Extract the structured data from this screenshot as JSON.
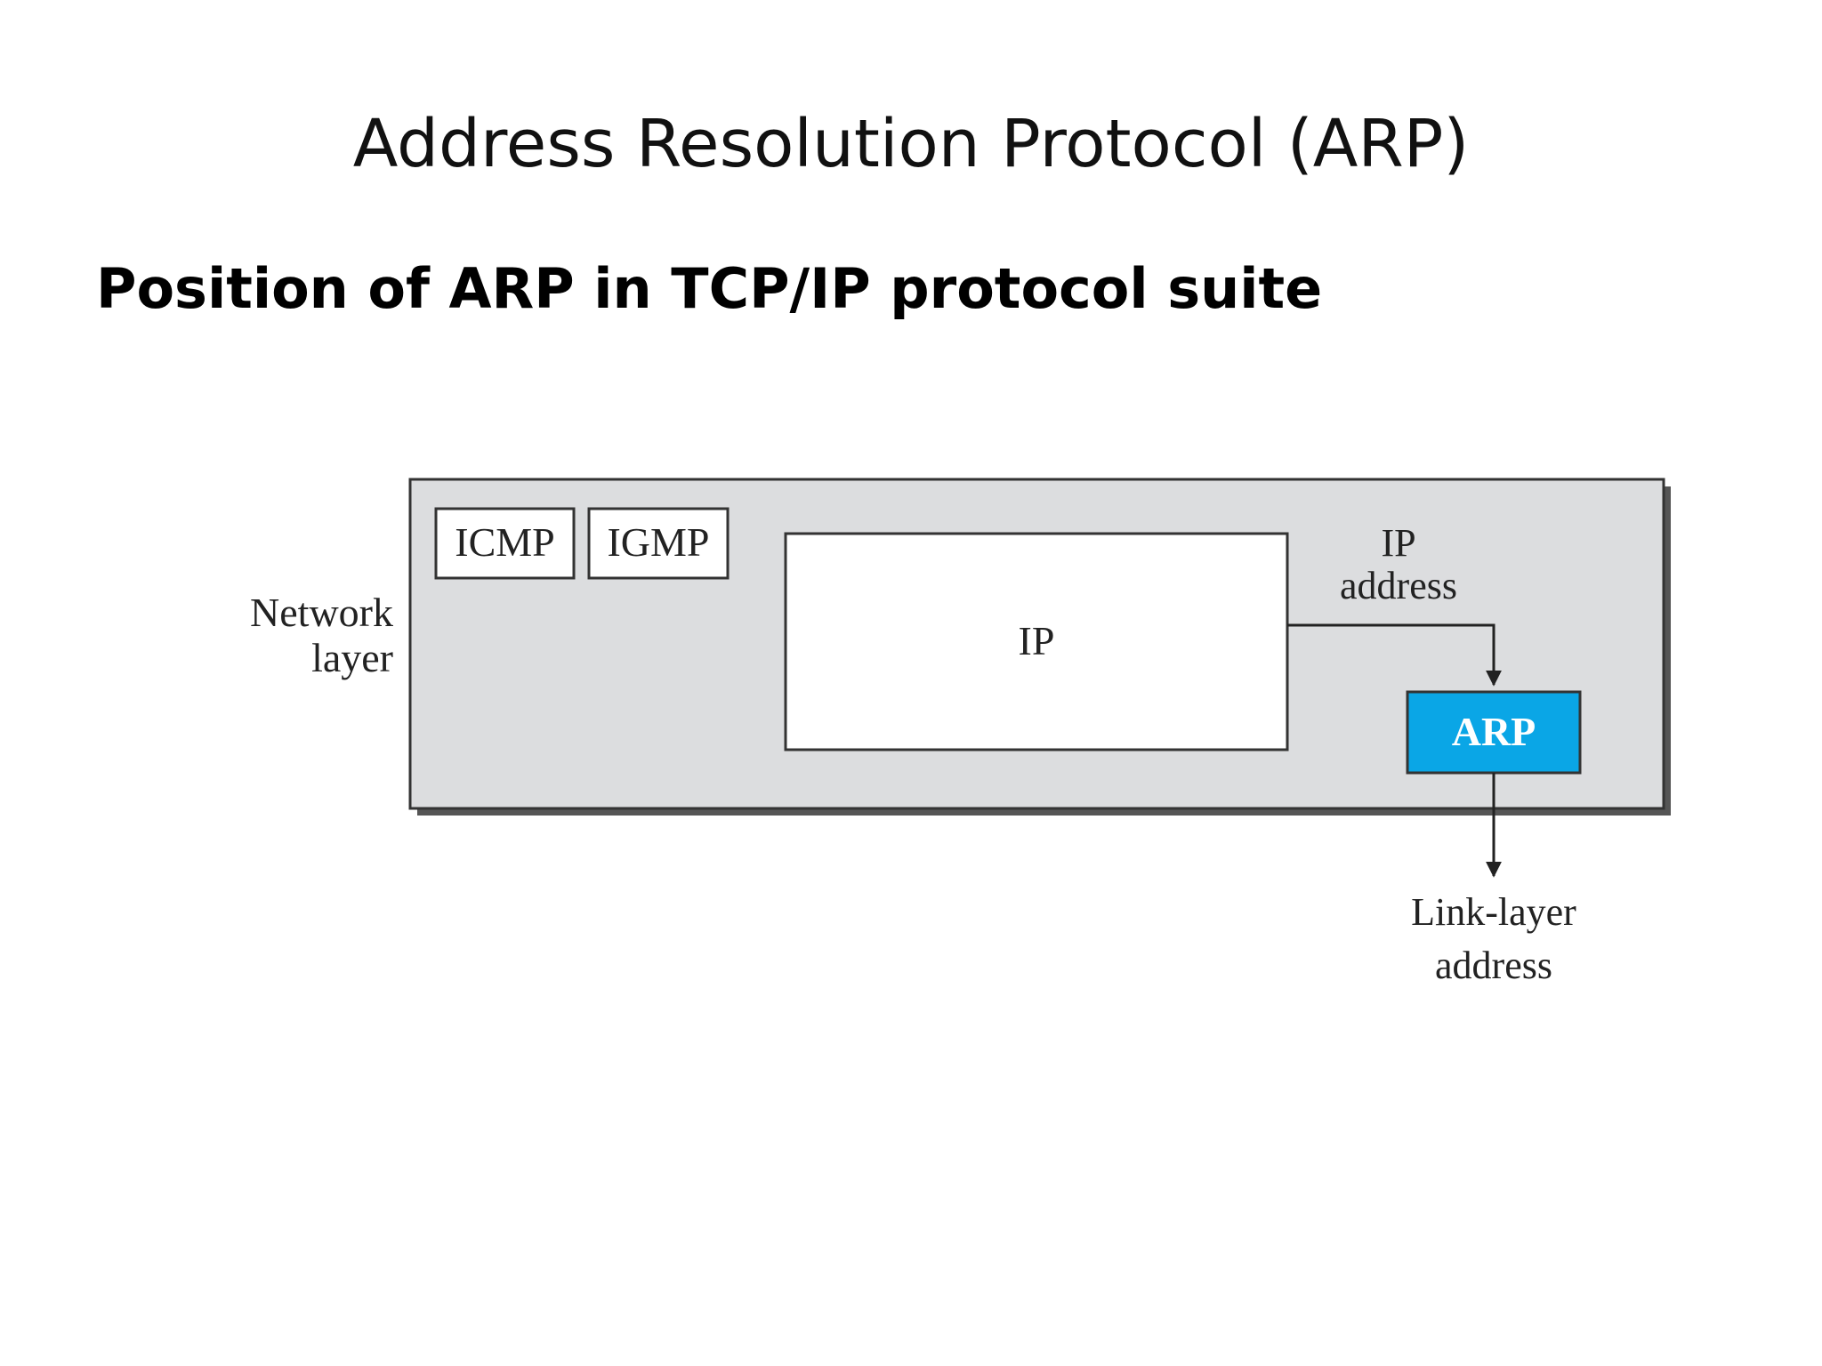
{
  "slide": {
    "title": "Address Resolution Protocol (ARP)",
    "subtitle": "Position of ARP in TCP/IP protocol suite"
  },
  "diagram": {
    "layer_label_line1": "Network",
    "layer_label_line2": "layer",
    "icmp": "ICMP",
    "igmp": "IGMP",
    "ip": "IP",
    "arp": "ARP",
    "input_label_line1": "IP",
    "input_label_line2": "address",
    "output_label_line1": "Link-layer",
    "output_label_line2": "address",
    "colors": {
      "layer_fill": "#dcdddf",
      "arp_fill": "#0aa6e6",
      "shadow": "#555555"
    }
  }
}
